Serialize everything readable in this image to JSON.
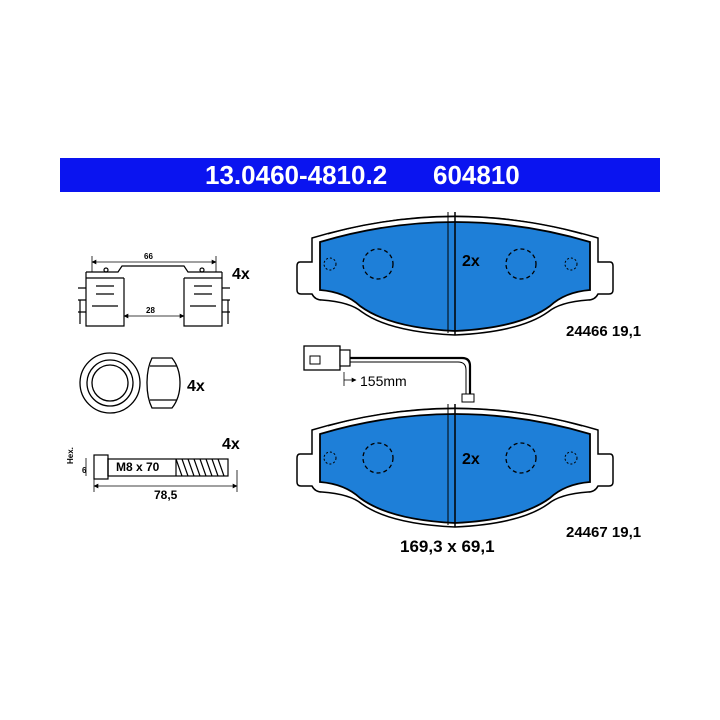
{
  "header": {
    "part_number": "13.0460-4810.2",
    "article_number": "604810"
  },
  "clip_kit": {
    "dimension_top": "66",
    "dimension_bottom": "28",
    "quantity": "4x"
  },
  "sleeve": {
    "quantity": "4x"
  },
  "bolt": {
    "quantity": "4x",
    "hex_label": "Hex.",
    "hex_size": "6",
    "thread": "M8 x 70",
    "length": "78,5"
  },
  "pad_upper": {
    "quantity": "2x",
    "ref": "24466 19,1"
  },
  "pad_lower": {
    "quantity": "2x",
    "ref": "24467 19,1"
  },
  "sensor": {
    "cable_length": "155mm"
  },
  "pad_dimensions": "169,3 x 69,1",
  "colors": {
    "banner": "#0a14f0",
    "pad_friction": "#1e7fd8"
  }
}
